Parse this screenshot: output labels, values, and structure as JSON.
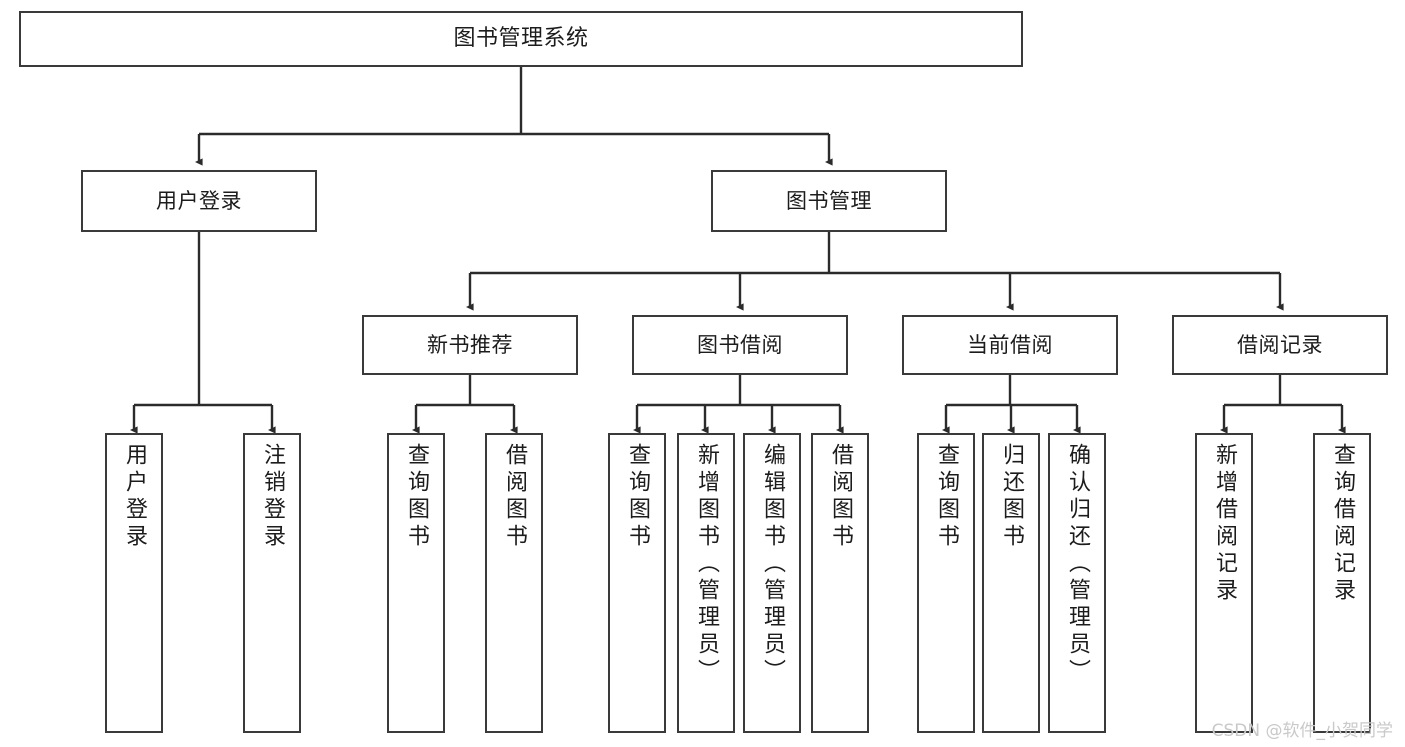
{
  "diagram": {
    "type": "tree-hierarchy",
    "title": "图书管理系统",
    "orientation": "top-down",
    "colors": {
      "box_border": "#3a3a3a",
      "box_fill": "#ffffff",
      "edge": "#2b2b2b",
      "text": "#1c1c1c",
      "watermark": "#c9c9c9",
      "background": "#ffffff"
    },
    "watermark": "CSDN @软件_小贺同学"
  },
  "nodes": {
    "root": {
      "label": "图书管理系统"
    },
    "level2": [
      {
        "label": "用户登录"
      },
      {
        "label": "图书管理"
      }
    ],
    "level3": [
      {
        "label": "新书推荐"
      },
      {
        "label": "图书借阅"
      },
      {
        "label": "当前借阅"
      },
      {
        "label": "借阅记录"
      }
    ],
    "leaves": {
      "user_login": [
        {
          "label": "用户登录"
        },
        {
          "label": "注销登录"
        }
      ],
      "new_book_recommend": [
        {
          "label": "查询图书"
        },
        {
          "label": "借阅图书"
        }
      ],
      "book_borrow": [
        {
          "label": "查询图书"
        },
        {
          "label": "新增图书（管理员）"
        },
        {
          "label": "编辑图书（管理员）"
        },
        {
          "label": "借阅图书"
        }
      ],
      "current_borrow": [
        {
          "label": "查询图书"
        },
        {
          "label": "归还图书"
        },
        {
          "label": "确认归还（管理员）"
        }
      ],
      "borrow_record": [
        {
          "label": "新增借阅记录"
        },
        {
          "label": "查询借阅记录"
        }
      ]
    }
  }
}
